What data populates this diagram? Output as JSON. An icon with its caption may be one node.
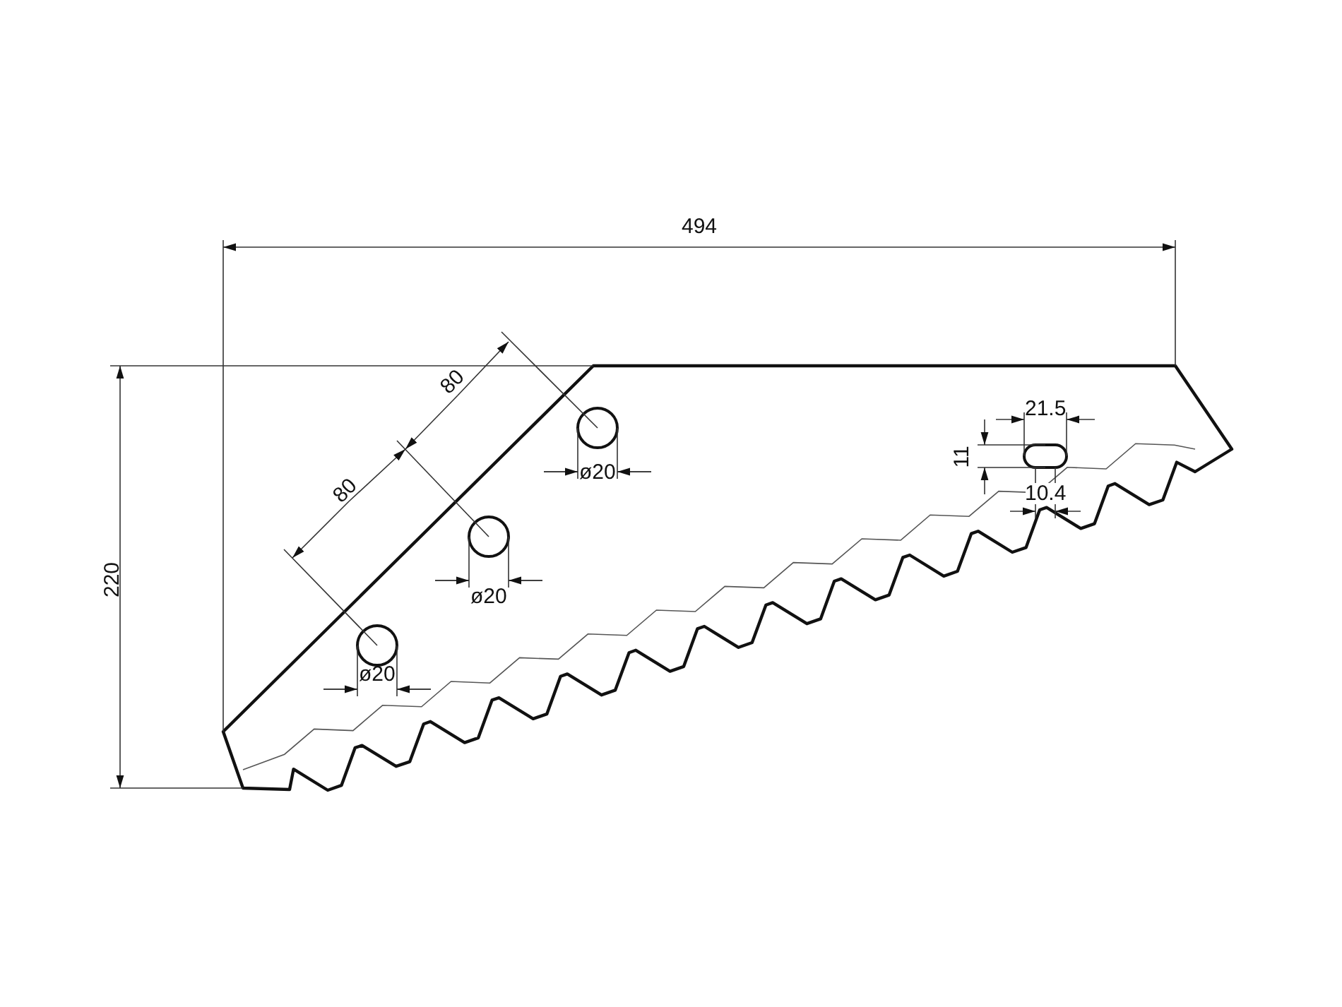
{
  "diagram": {
    "labels": [
      "494",
      "220",
      "80",
      "80",
      "ø20",
      "ø20",
      "ø20",
      "21.5",
      "11",
      "10.4"
    ]
  }
}
